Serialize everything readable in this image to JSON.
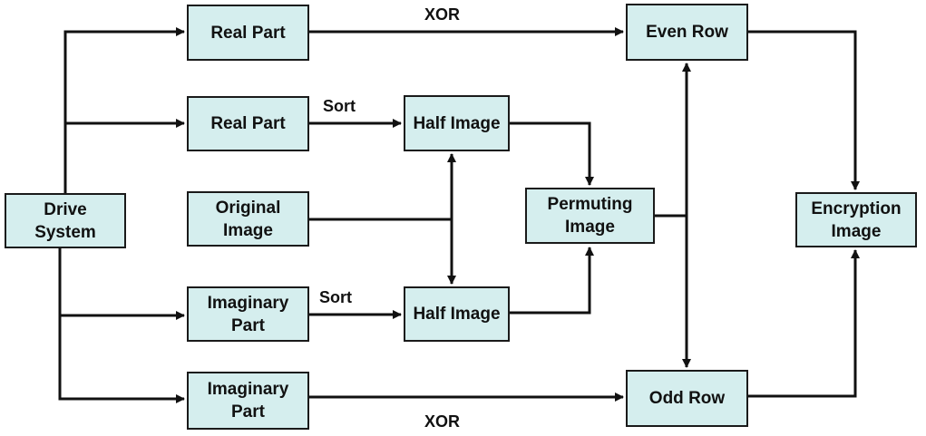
{
  "diagram": {
    "nodes": {
      "drive_system": "Drive\nSystem",
      "real_part_top": "Real  Part",
      "real_part_mid": "Real  Part",
      "original_image": "Original\nImage",
      "imaginary_part_mid": "Imaginary\nPart",
      "imaginary_part_bottom": "Imaginary\nPart",
      "half_image_top": "Half Image",
      "half_image_bottom": "Half Image",
      "permuting_image": "Permuting\nImage",
      "even_row": "Even Row",
      "odd_row": "Odd  Row",
      "encryption_image": "Encryption\nImage"
    },
    "edge_labels": {
      "xor_top": "XOR",
      "sort_top": "Sort",
      "sort_bottom": "Sort",
      "xor_bottom": "XOR"
    },
    "colors": {
      "box_fill": "#d5eeee",
      "stroke": "#111111"
    }
  }
}
